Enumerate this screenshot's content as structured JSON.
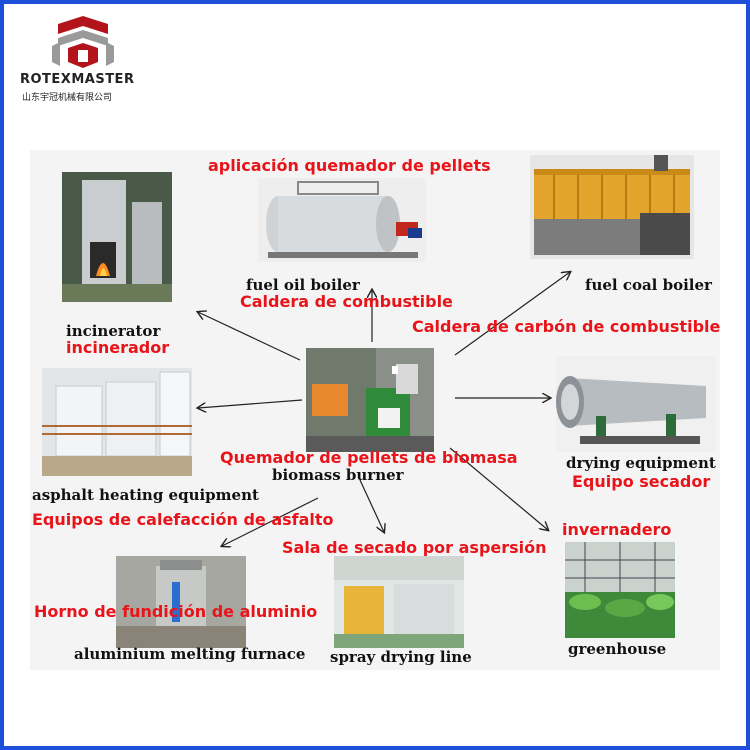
{
  "brand": {
    "name": "ROTEXMASTER",
    "subtitle": "山东宇冠机械有限公司",
    "colors": {
      "red": "#b3141b",
      "gray": "#9a9a9a"
    }
  },
  "center": {
    "en": "biomass burner",
    "es": "Quemador de pellets de biomasa"
  },
  "nodes": {
    "fuel_oil_boiler": {
      "header_es": "aplicación quemador de pellets",
      "en": "fuel oil boiler",
      "es": "Caldera de combustible"
    },
    "fuel_coal_boiler": {
      "en": "fuel coal boiler",
      "es": "Caldera de carbón de combustible"
    },
    "incinerator": {
      "en": "incinerator",
      "es": "incinerador"
    },
    "asphalt": {
      "en": "asphalt heating  equipment",
      "es": "Equipos de calefacción de asfalto"
    },
    "drying": {
      "en": "drying equipment",
      "es": "Equipo secador"
    },
    "greenhouse": {
      "en": "greenhouse",
      "es": "invernadero"
    },
    "aluminium": {
      "en": "aluminium melting furnace",
      "es": "Horno de fundición de aluminio"
    },
    "spray": {
      "en": "spray drying line",
      "es": "Sala de secado por aspersión"
    }
  }
}
